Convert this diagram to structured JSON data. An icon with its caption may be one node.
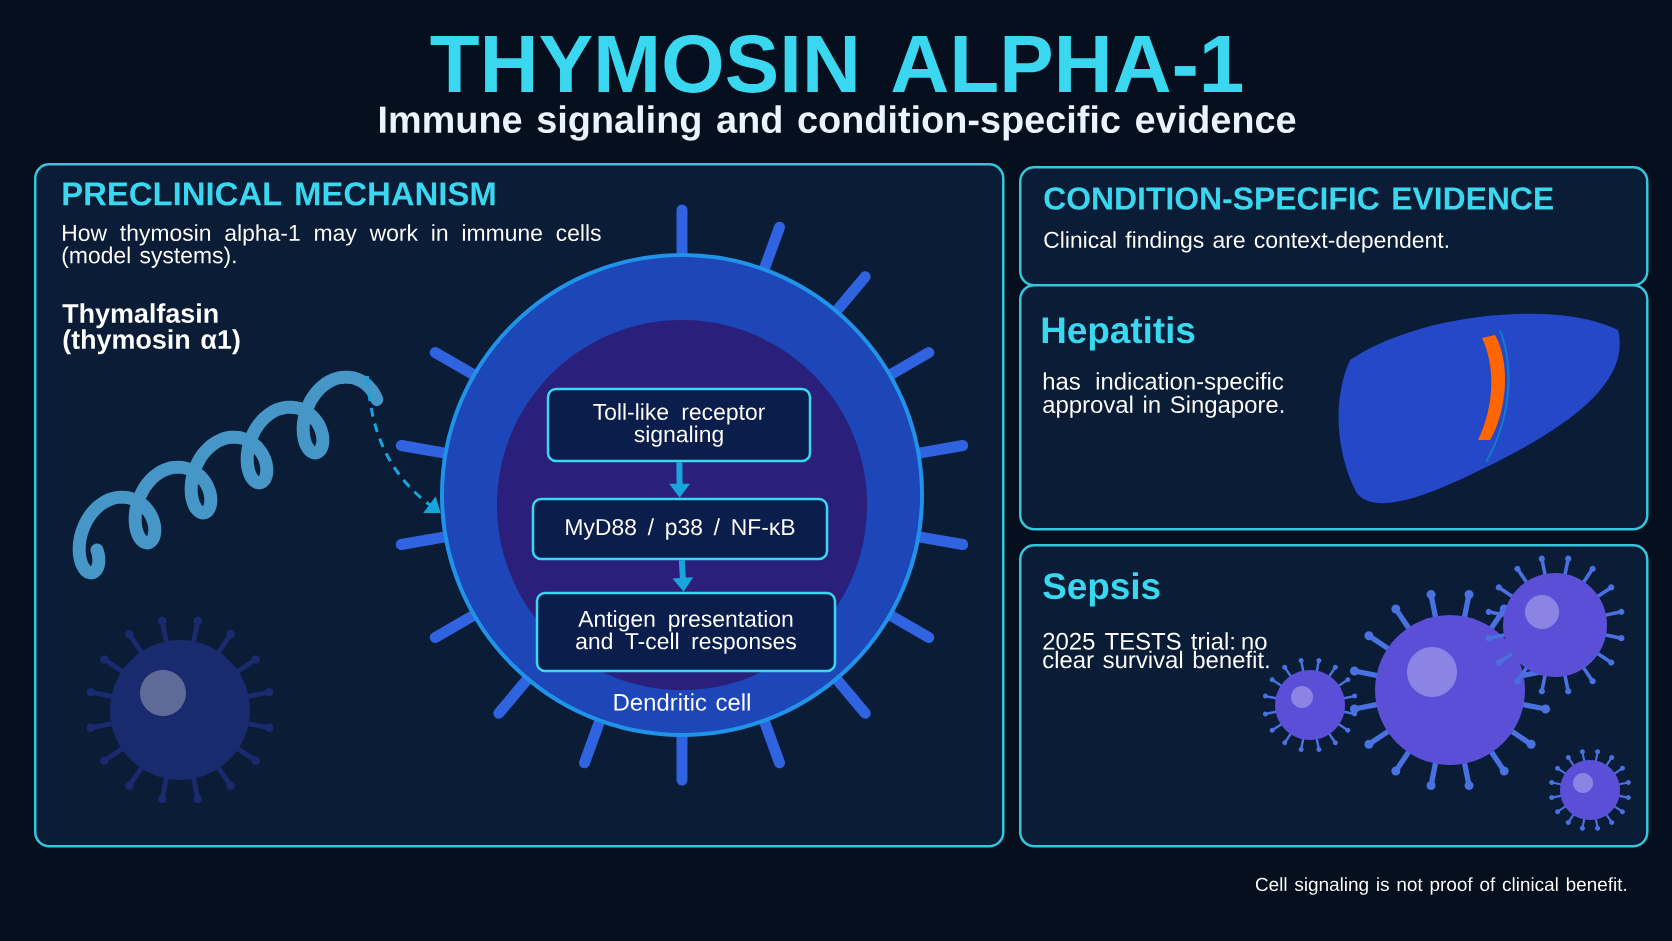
{
  "diagram": {
    "title": "THYMOSIN ALPHA-1",
    "nodes": [
      {
        "text": [
          "PRECLINICAL MECHANISM",
          "How thymosin alpha-1 may work in immune cells (model systems)."
        ]
      },
      {
        "text": [
          "Thymalfasin (thymosin α1)"
        ],
        "in": 0
      },
      {
        "text": [
          "Dendritic cell"
        ],
        "in": 0
      },
      {
        "text": [
          "Toll-like receptor signaling"
        ],
        "in": 2
      },
      {
        "text": [
          "MyD88 / p38 / NF-κB"
        ],
        "in": 2
      },
      {
        "text": [
          "Antigen presentation and T-cell responses"
        ],
        "in": 2
      },
      {
        "text": [
          "CONDITION-SPECIFIC EVIDENCE",
          "Clinical findings are context-dependent."
        ]
      },
      {
        "text": [
          "Hepatitis",
          "has indication-specific approval in Singapore."
        ]
      },
      {
        "text": [
          "Sepsis",
          "2025 TESTS trial: no clear survival benefit."
        ]
      }
    ],
    "edges": [
      {
        "from": 1,
        "to": 2,
        "arrow": "to",
        "style": "dashed"
      },
      {
        "from": 3,
        "to": 4,
        "arrow": "to"
      },
      {
        "from": 4,
        "to": 5,
        "arrow": "to"
      }
    ],
    "labels": [
      "Immune signaling and condition-specific evidence",
      "Cell signaling is not proof of clinical benefit."
    ]
  }
}
